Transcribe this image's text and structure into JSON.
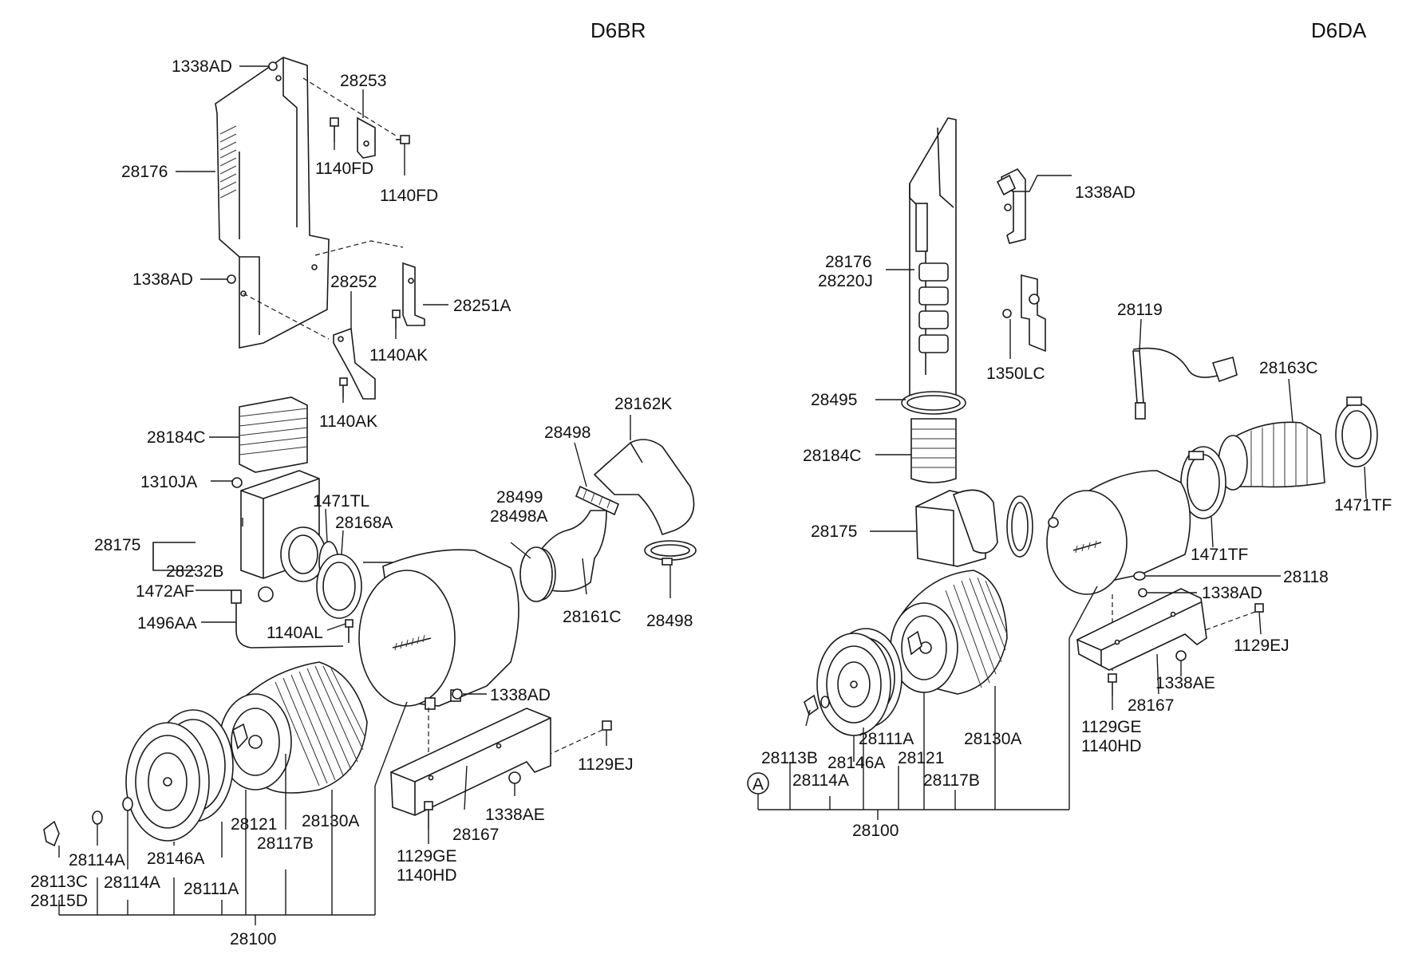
{
  "variants": {
    "left": "D6BR",
    "right": "D6DA"
  },
  "left_labels": {
    "l1338AD_top": "1338AD",
    "l28253": "28253",
    "l28176": "28176",
    "l1140FD_a": "1140FD",
    "l1140FD_b": "1140FD",
    "l1338AD_mid": "1338AD",
    "l28252": "28252",
    "l28251A": "28251A",
    "l1140AK_a": "1140AK",
    "l1140AK_b": "1140AK",
    "l28184C": "28184C",
    "l1310JA": "1310JA",
    "l1471TL": "1471TL",
    "l28168A": "28168A",
    "l28175": "28175",
    "l28232B": "28232B",
    "l1472AF": "1472AF",
    "l1496AA": "1496AA",
    "l1140AL": "1140AL",
    "l28162K": "28162K",
    "l28498_a": "28498",
    "l28499": "28499",
    "l28498A": "28498A",
    "l28161C": "28161C",
    "l28498_b": "28498",
    "l1338AD_low": "1338AD",
    "l1129EJ": "1129EJ",
    "l1338AE": "1338AE",
    "l28167": "28167",
    "l1129GE": "1129GE",
    "l1140HD": "1140HD",
    "l28130A": "28130A",
    "l28121": "28121",
    "l28117B": "28117B",
    "l28146A": "28146A",
    "l28111A": "28111A",
    "l28114A_a": "28114A",
    "l28114A_b": "28114A",
    "l28113C": "28113C",
    "l28115D": "28115D",
    "l28100": "28100"
  },
  "right_labels": {
    "r1338AD_top": "1338AD",
    "r28176": "28176",
    "r28220J": "28220J",
    "r1350LC": "1350LC",
    "r28119": "28119",
    "r28163C": "28163C",
    "r28495": "28495",
    "r28184C": "28184C",
    "r1471TF_a": "1471TF",
    "r1471TF_b": "1471TF",
    "r28175": "28175",
    "r28118": "28118",
    "r1338AD_low": "1338AD",
    "r1129EJ": "1129EJ",
    "r1338AE": "1338AE",
    "r28167": "28167",
    "r1129GE": "1129GE",
    "r1140HD": "1140HD",
    "r28113B": "28113B",
    "r28146A": "28146A",
    "r28111A": "28111A",
    "r28121": "28121",
    "r28130A": "28130A",
    "r28114A": "28114A",
    "r28117B": "28117B",
    "r28100": "28100",
    "callout_a": "A"
  }
}
